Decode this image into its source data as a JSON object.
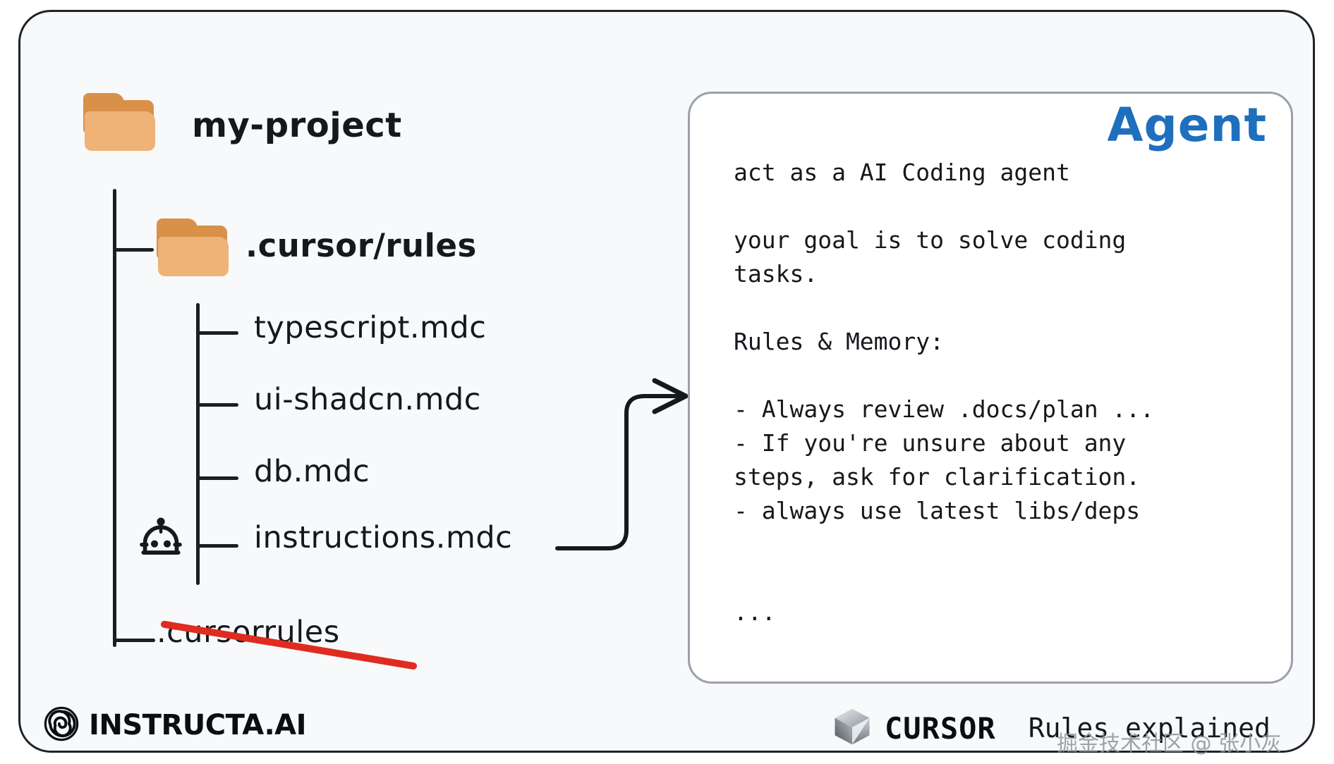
{
  "tree": {
    "root": {
      "label": "my-project",
      "icon": "folder-icon"
    },
    "children": [
      {
        "label": ".cursor/rules",
        "icon": "folder-icon",
        "type": "directory"
      },
      {
        "label": "typescript.mdc",
        "type": "file"
      },
      {
        "label": "ui-shadcn.mdc",
        "type": "file"
      },
      {
        "label": "db.mdc",
        "type": "file"
      },
      {
        "label": "instructions.mdc",
        "type": "file",
        "marker_icon": "robot-icon"
      },
      {
        "label": ".cursorrules",
        "type": "file",
        "struck_through": true
      }
    ]
  },
  "agent": {
    "title": "Agent",
    "title_color": "#1f6fbf",
    "body": "act as a AI Coding agent\n\nyour goal is to solve coding\ntasks.\n\nRules & Memory:\n\n- Always review .docs/plan ...\n- If you're unsure about any\nsteps, ask for clarification.\n- always use latest libs/deps\n\n\n..."
  },
  "footer": {
    "instructa_brand": "INSTRUCTA.AI",
    "instructa_icon": "spiral-icon",
    "cursor_brand": "CURSOR",
    "cursor_icon": "cursor-cube-icon",
    "caption": "Rules explained",
    "watermark": "掘金技术社区 @ 张小灰"
  },
  "colors": {
    "folder_tab": "#d99049",
    "folder_front": "#efb277",
    "strike_red": "#e02b20",
    "agent_blue": "#1f6fbf",
    "line_dark": "#1b1e22",
    "card_bg": "#f7f9fa"
  }
}
